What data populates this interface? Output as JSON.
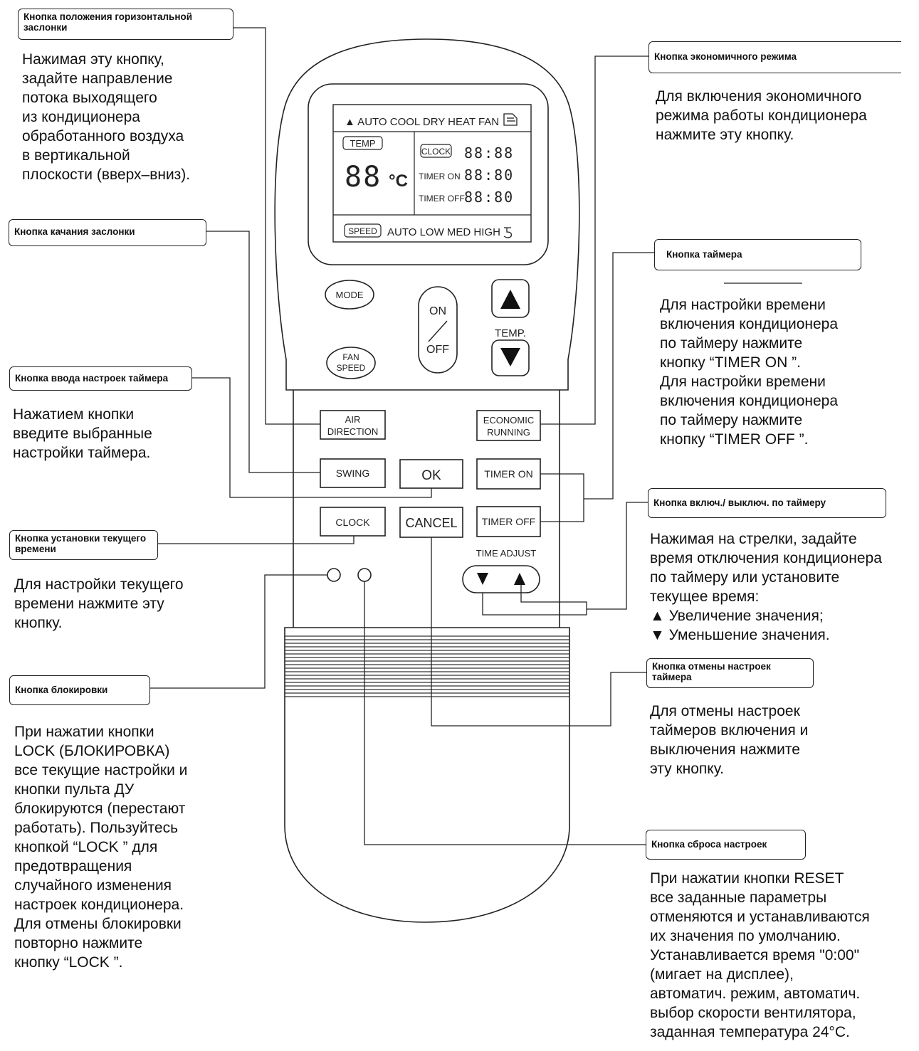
{
  "callouts": {
    "air_direction": {
      "title": "Кнопка положения горизонтальной заслонки",
      "desc": "Нажимая эту кнопку,\nзадайте направление\nпотока выходящего\nиз кондиционера\nобработанного воздуха\nв вертикальной\nплоскости (вверх–вниз)."
    },
    "swing": {
      "title": "Кнопка качания заслонки"
    },
    "ok": {
      "title": "Кнопка ввода настроек таймера",
      "desc": "Нажатием кнопки\nвведите выбранные\nнастройки таймера."
    },
    "clock": {
      "title": "Кнопка установки текущего времени",
      "desc": "Для настройки текущего\nвремени нажмите эту\nкнопку."
    },
    "lock": {
      "title": "Кнопка блокировки",
      "desc": "При нажатии кнопки\nLOCK (БЛОКИРОВКА)\nвсе текущие настройки и\nкнопки пульта ДУ\nблокируются (перестают\nработать). Пользуйтесь\nкнопкой “LOCK ” для\nпредотвращения\nслучайного изменения\nнастроек кондиционера.\nДля отмены блокировки\nповторно нажмите\nкнопку “LOCK ”."
    },
    "economic": {
      "title": "Кнопка экономичного режима",
      "desc": "Для включения экономичного\nрежима работы кондиционера\nнажмите эту кнопку."
    },
    "timer": {
      "title": "Кнопка таймера",
      "desc": "Для настройки времени\nвключения кондиционера\nпо таймеру нажмите\nкнопку “TIMER ON ”.\nДля настройки времени\nвключения кондиционера\nпо таймеру нажмите\nкнопку “TIMER OFF ”."
    },
    "time_adjust": {
      "title": "Кнопка включ./ выключ. по таймеру",
      "desc": "Нажимая на стрелки, задайте\nвремя отключения кондиционера\nпо таймеру или установите\nтекущее время:\n▲  Увеличение значения;\n▼  Уменьшение значения."
    },
    "cancel": {
      "title": "Кнопка отмены настроек таймера",
      "desc": "Для отмены настроек\nтаймеров включения и\nвыключения нажмите\nэту кнопку."
    },
    "reset": {
      "title": "Кнопка сброса настроек",
      "desc": "При нажатии кнопки RESET\nвсе заданные параметры\nотменяются и устанавливаются\nих значения по умолчанию.\nУстанавливается время \"0:00\"\n(мигает на дисплее),\nавтоматич. режим, автоматич.\nвыбор скорости вентилятора,\nзаданная температура 24°C."
    }
  },
  "lcd": {
    "mode_line": "▲ AUTO COOL DRY HEAT FAN",
    "temp_tag": "TEMP",
    "temp_digits": "88",
    "temp_unit": "°C",
    "clock_tag": "CLOCK",
    "clock_digits": "88:88",
    "timer_on": "TIMER ON",
    "timer_on_digits": "88:80",
    "timer_off": "TIMER OFF",
    "timer_off_digits": "88:80",
    "speed_tag": "SPEED",
    "speed_line": "AUTO LOW MED HIGH"
  },
  "buttons": {
    "mode": "MODE",
    "fan": "FAN",
    "speed": "SPEED",
    "on": "ON",
    "off": "OFF",
    "temp": "TEMP.",
    "air": "AIR",
    "direction": "DIRECTION",
    "economic": "ECONOMIC",
    "running": "RUNNING",
    "swing": "SWING",
    "ok": "OK",
    "timer_on": "TIMER ON",
    "clock": "CLOCK",
    "cancel": "CANCEL",
    "timer_off": "TIMER OFF",
    "time_adjust": "TIME ADJUST"
  }
}
